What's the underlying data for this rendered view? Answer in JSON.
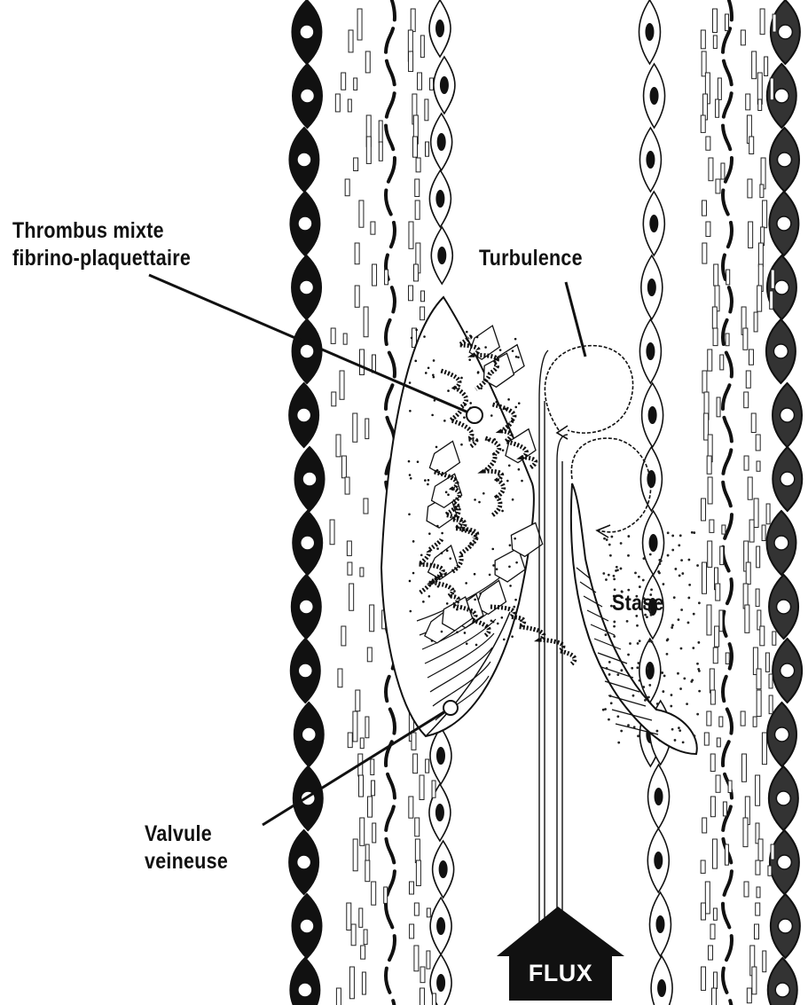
{
  "labels": {
    "thrombus_line1": "Thrombus mixte",
    "thrombus_line2": "fibrino-plaquettaire",
    "turbulence": "Turbulence",
    "stase": "Stase",
    "valvule_line1": "Valvule",
    "valvule_line2": "veineuse",
    "flux": "FLUX"
  },
  "colors": {
    "ink": "#111111",
    "background": "#ffffff"
  }
}
